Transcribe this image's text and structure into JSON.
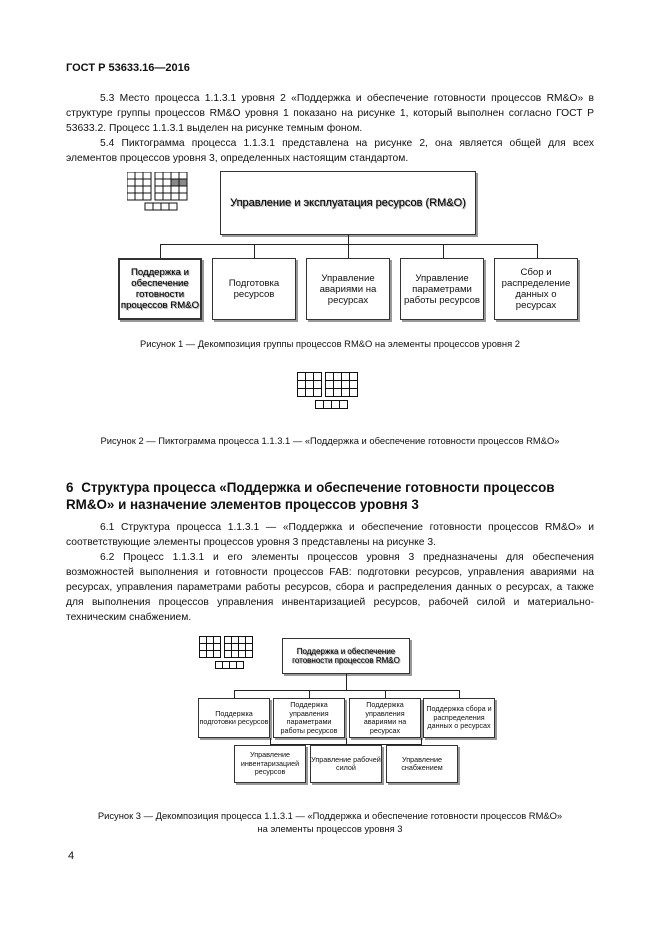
{
  "header": {
    "standard": "ГОСТ Р 53633.16—2016"
  },
  "paragraphs": {
    "p53": "5.3 Место процесса 1.1.3.1 уровня 2 «Поддержка и обеспечение готовности процессов RM&O» в структуре группы процессов RM&O уровня 1 показано на рисунке 1, который выполнен согласно ГОСТ Р 53633.2. Процесс 1.1.3.1 выделен на рисунке темным фоном.",
    "p54": "5.4 Пиктограмма процесса 1.1.3.1 представлена на рисунке 2, она является общей для всех элементов процессов уровня 3, определенных настоящим стандартом.",
    "p61": "6.1 Структура процесса 1.1.3.1 — «Поддержка и обеспечение готовности процессов RM&O» и соответствующие элементы процессов уровня 3 представлены на рисунке 3.",
    "p62": "6.2 Процесс 1.1.3.1 и его элементы процессов уровня 3 предназначены для обеспечения возможностей выполнения и готовности процессов FAB: подготовки ресурсов, управления авариями на ресурсах, управления параметрами работы ресурсов, сбора и распределения данных о ресурсах, а также для выполнения процессов управления инвентаризацией ресурсов, рабочей силой и материально-техническим снабжением."
  },
  "figure1": {
    "top_box": "Управление и эксплуатация ресурсов (RM&O)",
    "boxes": [
      "Поддержка и обеспечение готовности процессов RM&O",
      "Подготовка ресурсов",
      "Управление авариями на ресурсах",
      "Управление параметрами работы ресурсов",
      "Сбор и распределение данных о ресурсах"
    ],
    "caption": "Рисунок 1 — Декомпозиция группы процессов RM&O на элементы процессов уровня 2"
  },
  "figure2": {
    "caption": "Рисунок 2 — Пиктограмма процесса 1.1.3.1 — «Поддержка и обеспечение готовности процессов RM&O»"
  },
  "section6": {
    "number": "6",
    "title": "Структура процесса «Поддержка и обеспечение готовности процессов RM&O» и назначение элементов процессов уровня 3"
  },
  "figure3": {
    "top_box": "Поддержка и обеспечение готовности процессов RM&O",
    "row1": [
      "Поддержка подготовки ресурсов",
      "Поддержка управления параметрами работы ресурсов",
      "Поддержка управления авариями на ресурсах",
      "Поддержка сбора и распределения данных о ресурсах"
    ],
    "row2": [
      "Управление инвентаризацией ресурсов",
      "Управление рабочей силой",
      "Управление снабжением"
    ],
    "caption_line1": "Рисунок 3 — Декомпозиция процесса 1.1.3.1 — «Поддержка и обеспечение готовности процессов RM&O»",
    "caption_line2": "на элементы процессов уровня 3"
  },
  "page_number": "4"
}
